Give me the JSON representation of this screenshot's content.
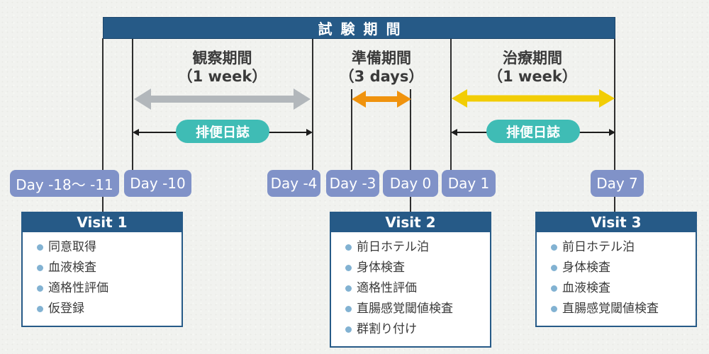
{
  "timeline": {
    "title": "試験期間"
  },
  "periods": [
    {
      "name": "観察期間",
      "duration": "（1 week）",
      "diary_label": "排便日誌",
      "arrow_color": "#b2b7bb"
    },
    {
      "name": "準備期間",
      "duration": "（3 days）",
      "arrow_color": "#f0930e"
    },
    {
      "name": "治療期間",
      "duration": "（1 week）",
      "diary_label": "排便日誌",
      "arrow_color": "#f2cd05"
    }
  ],
  "days": [
    "Day -18～ -11",
    "Day -10",
    "Day -4",
    "Day -3",
    "Day 0",
    "Day 1",
    "Day 7"
  ],
  "visits": [
    {
      "title": "Visit 1",
      "items": [
        "同意取得",
        "血液検査",
        "適格性評価",
        "仮登録"
      ]
    },
    {
      "title": "Visit 2",
      "items": [
        "前日ホテル泊",
        "身体検査",
        "適格性評価",
        "直腸感覚閾値検査",
        "群割り付け"
      ]
    },
    {
      "title": "Visit 3",
      "items": [
        "前日ホテル泊",
        "身体検査",
        "血液検査",
        "直腸感覚閾値検査"
      ]
    }
  ],
  "colors": {
    "accent_blue": "#265a87",
    "day_badge": "#8092c8",
    "diary_teal": "#3fbcb5",
    "arrow_gray": "#b2b7bb",
    "arrow_orange": "#f0930e",
    "arrow_yellow": "#f2cd05",
    "bullet_blue": "#82b2d2",
    "text_dark": "#3a3a3a",
    "background": "#f1f2ef"
  }
}
